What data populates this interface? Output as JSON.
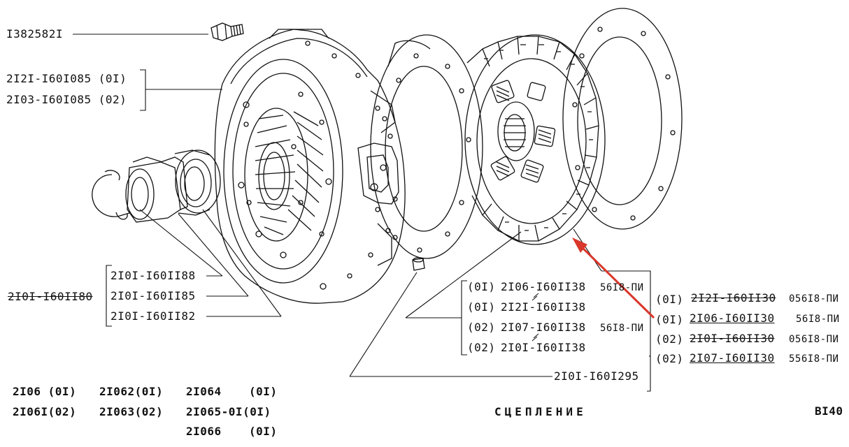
{
  "colors": {
    "ink": "#111111",
    "arrow": "#d9372b",
    "paper": "#ffffff"
  },
  "callouts": {
    "bolt": "I382582I",
    "cover_a": "2I2I-I60I085 (0I)",
    "cover_b": "2I03-I60I085 (02)",
    "bearing_assembly": "2I0I-I60II80",
    "bearing_1": "2I0I-I60II88",
    "bearing_2": "2I0I-I60II85",
    "bearing_3": "2I0I-I60II82",
    "mid_disc_1_code": "(0I)",
    "mid_disc_1_num": "2I06-I60II38",
    "mid_disc_1_tag": "56I8-ПИ",
    "mid_disc_2_code": "(0I)",
    "mid_disc_2_num": "2I2I-I60II38",
    "mid_disc_3_code": "(02)",
    "mid_disc_3_num": "2I07-I60II38",
    "mid_disc_3_tag": "56I8-ПИ",
    "mid_disc_4_code": "(02)",
    "mid_disc_4_num": "2I0I-I60II38",
    "pin": "2I0I-I60I295",
    "disc_1_code": "(0I)",
    "disc_1_num": "2I2I-I60II30",
    "disc_1_tag": "056I8-ПИ",
    "disc_2_code": "(0I)",
    "disc_2_num": "2I06-I60II30",
    "disc_2_tag": "56I8-ПИ",
    "disc_3_code": "(02)",
    "disc_3_num": "2I0I-I60II30",
    "disc_3_tag": "056I8-ПИ",
    "disc_4_code": "(02)",
    "disc_4_num": "2I07-I60II30",
    "disc_4_tag": "556I8-ПИ"
  },
  "models": {
    "row1": [
      "2I06 (0I)",
      "2I062(0I)",
      "2I064",
      "(0I)"
    ],
    "row2": [
      "2I06I(02)",
      "2I063(02)",
      "2I065-0I(0I)"
    ],
    "row3": [
      "2I066",
      "(0I)"
    ]
  },
  "footer": {
    "title": "СЦЕПЛЕНИЕ",
    "sheet": "BI40"
  }
}
